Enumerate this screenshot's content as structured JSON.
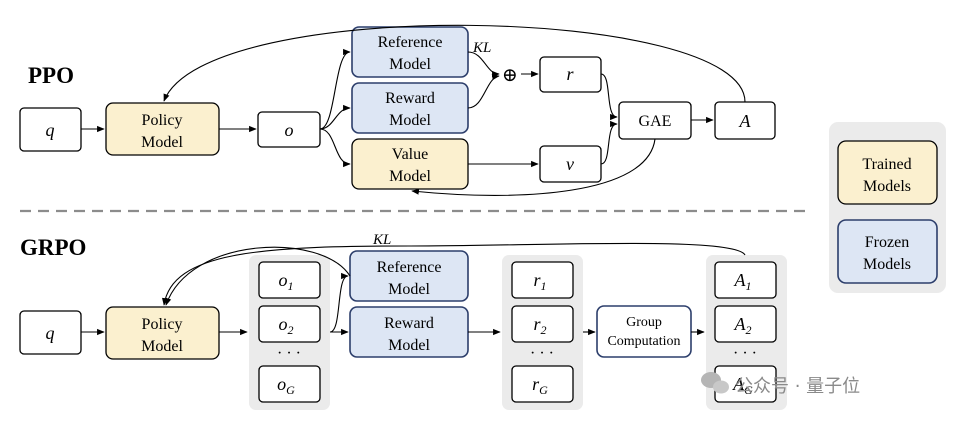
{
  "ppo": {
    "title": "PPO",
    "q": "q",
    "policy": [
      "Policy",
      "Model"
    ],
    "o": "o",
    "reference": [
      "Reference",
      "Model"
    ],
    "reward": [
      "Reward",
      "Model"
    ],
    "value": [
      "Value",
      "Model"
    ],
    "kl": "KL",
    "plus": "⊕",
    "r": "r",
    "v": "v",
    "gae": "GAE",
    "a": "A"
  },
  "grpo": {
    "title": "GRPO",
    "q": "q",
    "policy": [
      "Policy",
      "Model"
    ],
    "kl": "KL",
    "outputs": [
      {
        "base": "o",
        "sub": "1"
      },
      {
        "base": "o",
        "sub": "2"
      },
      {
        "base": "o",
        "sub": "G"
      }
    ],
    "reference": [
      "Reference",
      "Model"
    ],
    "reward": [
      "Reward",
      "Model"
    ],
    "rewards": [
      {
        "base": "r",
        "sub": "1"
      },
      {
        "base": "r",
        "sub": "2"
      },
      {
        "base": "r",
        "sub": "G"
      }
    ],
    "group": [
      "Group",
      "Computation"
    ],
    "advantages": [
      {
        "base": "A",
        "sub": "1"
      },
      {
        "base": "A",
        "sub": "2"
      },
      {
        "base": "A",
        "sub": "G"
      }
    ],
    "dots": "· · ·"
  },
  "legend": {
    "trained": [
      "Trained",
      "Models"
    ],
    "frozen": [
      "Frozen",
      "Models"
    ]
  },
  "colors": {
    "trained_fill": "#fbf0cf",
    "frozen_fill": "#dde6f4",
    "frozen_stroke": "#2c3e6b",
    "group_bg": "#ebebeb",
    "divider": "#8c8c8c"
  },
  "watermark": "公众号 · 量子位"
}
